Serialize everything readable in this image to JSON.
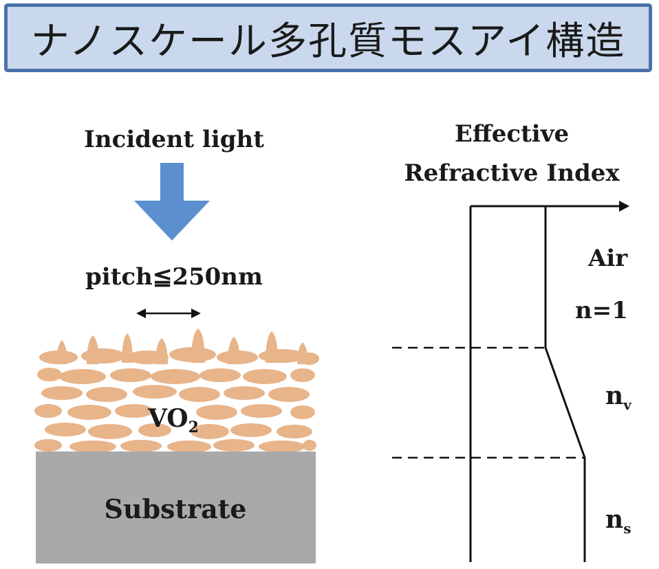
{
  "title": "ナノスケール多孔質モスアイ構造",
  "left": {
    "incident_light": "Incident light",
    "pitch_label": "pitch≦250nm",
    "vo2_base": "VO",
    "vo2_sub": "2",
    "substrate": "Substrate"
  },
  "right": {
    "axis_title_line1": "Effective",
    "axis_title_line2": "Refractive Index",
    "air_label": "Air",
    "n1_label": "n=1",
    "nv_base": "n",
    "nv_sub": "v",
    "ns_base": "n",
    "ns_sub": "s"
  },
  "colors": {
    "title_bg": "#c9d8ec",
    "title_border": "#4a72aa",
    "arrow_blue": "#5b8fcf",
    "particle_tan": "#e8b48a",
    "substrate_gray": "#a9a9a9"
  }
}
